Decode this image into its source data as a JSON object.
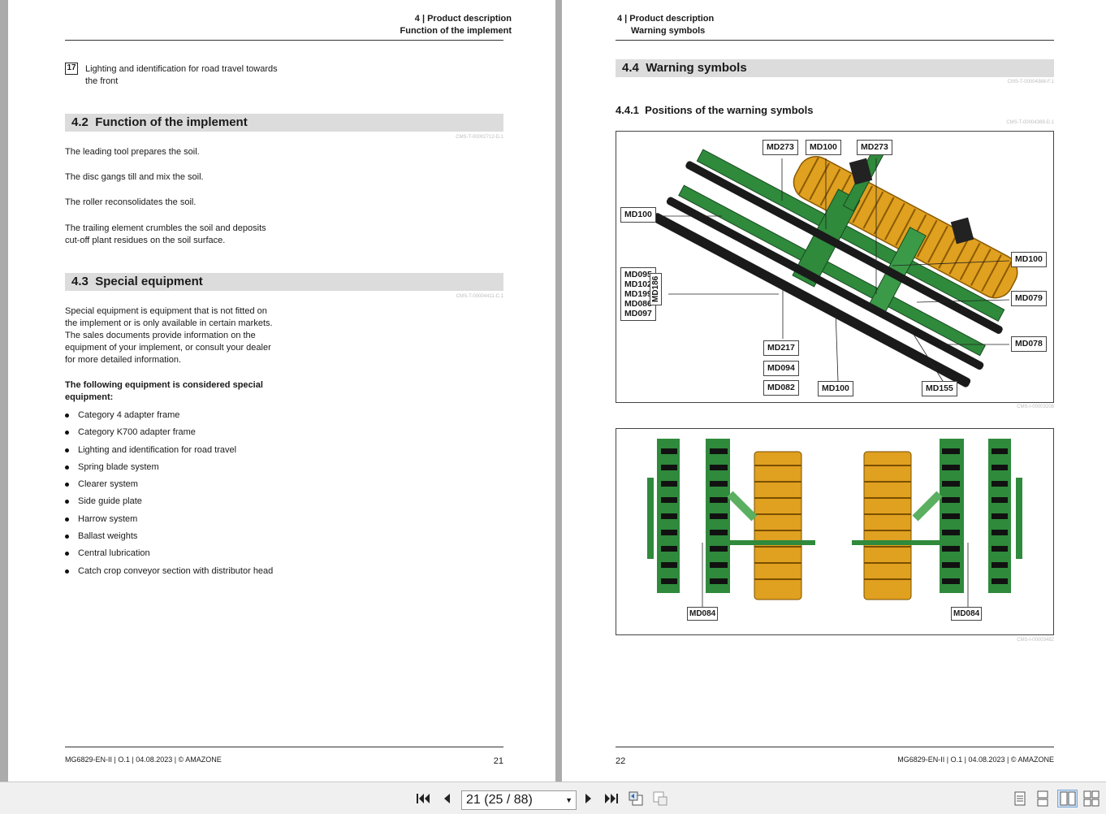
{
  "left_page": {
    "header_line1": "4 | Product description",
    "header_line2": "Function of the implement",
    "item17_badge": "17",
    "item17_line1": "Lighting and identification for road travel towards",
    "item17_line2": "the front",
    "sec42_num": "4.2",
    "sec42_title": "Function of the implement",
    "sec42_ref": "CMS-T-00002712-D.1",
    "p1": "The leading tool prepares the soil.",
    "p2": "The disc gangs till and mix the soil.",
    "p3": "The roller reconsolidates the soil.",
    "p4_line1": "The trailing element crumbles the soil and deposits",
    "p4_line2": "cut-off plant residues on the soil surface.",
    "sec43_num": "4.3",
    "sec43_title": "Special equipment",
    "sec43_ref": "CMS-T-00004411-C.1",
    "se_line1": "Special equipment is equipment that is not fitted on",
    "se_line2": "the implement or is only available in certain markets.",
    "se_line3": "The sales documents provide information on the",
    "se_line4": "equipment of your implement, or consult your dealer",
    "se_line5": "for more detailed information.",
    "bold_line1": "The following equipment is considered special",
    "bold_line2": "equipment:",
    "bullets": [
      "Category 4 adapter frame",
      "Category K700 adapter frame",
      "Lighting and identification for road travel",
      "Spring blade system",
      "Clearer system",
      "Side guide plate",
      "Harrow system",
      "Ballast weights",
      "Central lubrication",
      "Catch crop conveyor section with distributor head"
    ],
    "footer": "MG6829-EN-II | O.1 | 04.08.2023 | © AMAZONE",
    "page_number": "21"
  },
  "right_page": {
    "header_line1": "4 | Product description",
    "header_line2": "Warning symbols",
    "sec44_num": "4.4",
    "sec44_title": "Warning symbols",
    "sec44_ref": "CMS-T-00004388-F.1",
    "sub441_num": "4.4.1",
    "sub441_title": "Positions of the warning symbols",
    "sub441_ref": "CMS-T-00004389-D.1",
    "fig1_labels": {
      "top_md273_a": "MD273",
      "top_md100": "MD100",
      "top_md273_b": "MD273",
      "left_md100": "MD100",
      "stack": [
        "MD095",
        "MD102",
        "MD199",
        "MD086",
        "MD097"
      ],
      "vertical": "MD186",
      "right_md100": "MD100",
      "right_md079": "MD079",
      "right_md078": "MD078",
      "bottom_md217": "MD217",
      "bottom_md094": "MD094",
      "bottom_md082": "MD082",
      "bottom_md100": "MD100",
      "bottom_md155": "MD155"
    },
    "fig1_ref": "CMS-I-00003208",
    "fig2_labels": {
      "left_md084": "MD084",
      "right_md084": "MD084"
    },
    "fig2_ref": "CMS-I-00003482",
    "footer": "MG6829-EN-II | O.1 | 04.08.2023 | © AMAZONE",
    "page_number": "22"
  },
  "toolbar": {
    "page_field": "21 (25 / 88)",
    "icons": [
      "first-page-icon",
      "previous-page-icon",
      "next-page-icon",
      "last-page-icon",
      "back-view-icon",
      "forward-view-icon",
      "single-page-view-icon",
      "continuous-view-icon",
      "facing-view-icon",
      "continuous-facing-view-icon"
    ]
  },
  "colors": {
    "section_bg": "#dcdcdc",
    "machine_green": "#2f8a3c",
    "roller_yellow": "#e0a020",
    "viewer_gray": "#ababab",
    "toolbar_bg": "#f0f0f0"
  }
}
